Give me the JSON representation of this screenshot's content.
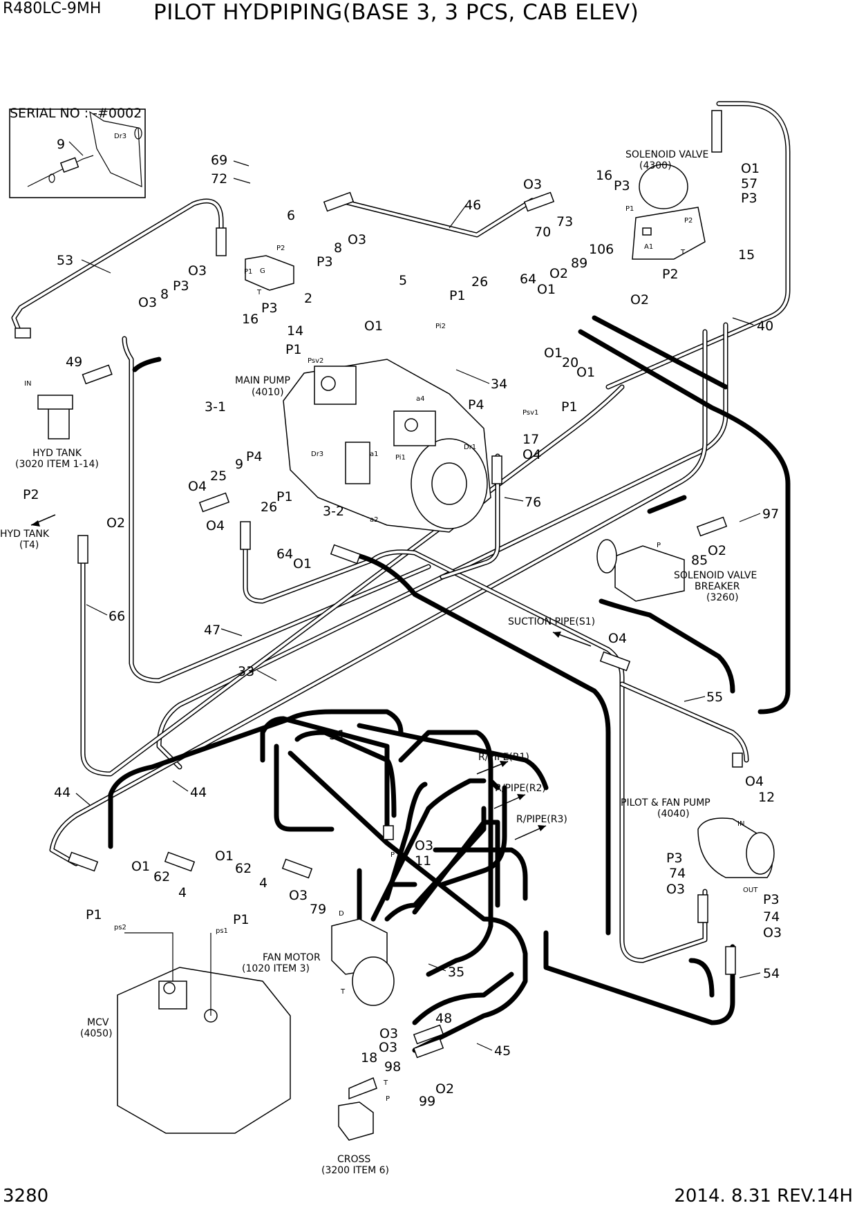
{
  "header": {
    "model": "R480LC-9MH",
    "title": "PILOT HYDPIPING(BASE 3, 3 PCS, CAB ELEV)"
  },
  "footer": {
    "page": "3280",
    "revision": "2014. 8.31  REV.14H"
  },
  "inset": {
    "serial": "SERIAL NO : -#0002"
  },
  "callouts": {
    "c9i": "9",
    "c69": "69",
    "c72": "72",
    "c6": "6",
    "c8a": "8",
    "c3a": "O3",
    "cP3a": "P3",
    "c53": "53",
    "c3b": "O3",
    "cP3b": "P3",
    "c3c": "O3",
    "c8b": "8",
    "c2": "2",
    "c16a": "16",
    "cP3c": "P3",
    "c46": "46",
    "c3d": "O3",
    "c16b": "16",
    "cP3d": "P3",
    "c01a": "O1",
    "c57": "57",
    "cP3e": "P3",
    "c73": "73",
    "c70": "70",
    "c106": "106",
    "c89": "89",
    "cP2a": "P2",
    "c15": "15",
    "c02a": "O2",
    "c02b": "O2",
    "c5": "5",
    "cP1a": "P1",
    "c26a": "26",
    "c64a": "64",
    "c01b": "O1",
    "c40": "40",
    "c14": "14",
    "c01c": "O1",
    "cP1b": "P1",
    "c01d": "O1",
    "c20": "20",
    "c01e": "O1",
    "c34": "34",
    "c49": "49",
    "cP1c": "P1",
    "c31": "3-1",
    "cP4a": "P4",
    "c17": "17",
    "c04a": "O4",
    "c9b": "9",
    "cP4b": "P4",
    "c25": "25",
    "c04b": "O4",
    "c04c": "O4",
    "c76": "76",
    "cP2b": "P2",
    "c02c": "O2",
    "cP1d": "P1",
    "c26b": "26",
    "c32": "3-2",
    "c64b": "64",
    "c01f": "O1",
    "c97": "97",
    "c85": "85",
    "c02d": "O2",
    "c66": "66",
    "c47": "47",
    "c04d": "O4",
    "c33": "33",
    "c55": "55",
    "c51": "51",
    "c04e": "O4",
    "c12": "12",
    "c44a": "44",
    "c44b": "44",
    "c03e": "O3",
    "c11": "11",
    "c01g": "O1",
    "c62a": "62",
    "c4a": "4",
    "c01h": "O1",
    "c62b": "62",
    "c4b": "4",
    "cP1e": "P1",
    "cP1f": "P1",
    "c03f": "O3",
    "c79": "79",
    "cP3f": "P3",
    "c74a": "74",
    "c03g": "O3",
    "cP3g": "P3",
    "c74b": "74",
    "c03h": "O3",
    "c54": "54",
    "c35": "35",
    "c03i": "O3",
    "c48": "48",
    "c18": "18",
    "c03j": "O3",
    "c45": "45",
    "c98": "98",
    "c02e": "O2",
    "c99": "99"
  },
  "component_labels": {
    "solenoid_valve": "SOLENOID VALVE",
    "solenoid_valve_code": "(4300)",
    "main_pump": "MAIN PUMP",
    "main_pump_code": "(4010)",
    "hyd_tank": "HYD TANK",
    "hyd_tank_ref": "(3020 ITEM 1-14)",
    "hyd_tank_t4": "HYD TANK",
    "hyd_tank_t4_code": "(T4)",
    "sv_breaker_1": "SOLENOID VALVE",
    "sv_breaker_2": "BREAKER",
    "sv_breaker_code": "(3260)",
    "suction_pipe": "SUCTION PIPE(S1)",
    "r_pipe_1": "R/PIPE(R1)",
    "r_pipe_2": "R/PIPE(R2)",
    "r_pipe_3": "R/PIPE(R3)",
    "pilot_fan_pump": "PILOT & FAN PUMP",
    "pilot_fan_pump_code": "(4040)",
    "fan_motor": "FAN MOTOR",
    "fan_motor_ref": "(1020 ITEM 3)",
    "mcv": "MCV",
    "mcv_code": "(4050)",
    "cross": "CROSS",
    "cross_ref": "(3200 ITEM 6)"
  },
  "port_labels": {
    "dr3_inset": "Dr3",
    "g": "G",
    "p2_block": "P2",
    "p1_block": "P1",
    "t_block": "T",
    "p1_sv": "P1",
    "p2_sv": "P2",
    "a1_sv": "A1",
    "t_sv": "T",
    "pi2": "Pi2",
    "psv2": "Psv2",
    "psv1": "Psv1",
    "a4": "a4",
    "dr3": "Dr3",
    "a1": "a1",
    "pi1": "Pi1",
    "dr1": "Dr1",
    "a2": "a2",
    "in_tank": "IN",
    "p_breaker": "P",
    "p_fan": "P",
    "d_fan": "D",
    "t_fan": "T",
    "in_pump": "IN",
    "out_pump": "OUT",
    "ps2": "ps2",
    "ps1": "ps1",
    "t_cross": "T",
    "p_cross": "P"
  }
}
